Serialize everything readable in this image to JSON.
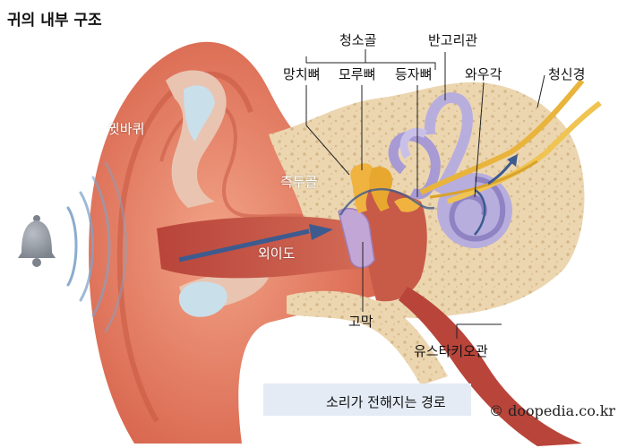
{
  "title": "귀의 내부 구조",
  "labels": {
    "auricle": "귓바퀴",
    "ossicles": "청소골",
    "malleus": "망치뼈",
    "incus": "모루뼈",
    "stapes": "등자뼈",
    "semicircular_canals": "반고리관",
    "cochlea": "와우각",
    "auditory_nerve": "청신경",
    "temporal_bone": "측두골",
    "external_canal": "외이도",
    "eardrum": "고막",
    "eustachian_tube": "유스타키오관"
  },
  "legend": {
    "text": "소리가 전해지는 경로"
  },
  "credit": "© doopedia.co.kr",
  "colors": {
    "skin": "#e8836a",
    "skin_dark": "#c7503e",
    "bone": "#ecd6b0",
    "cochlea": "#b7aede",
    "nerve": "#e8b43c",
    "sound_path": "#3d5b8e",
    "legend_bg": "#e4ebf5"
  },
  "icons": [
    "bell-icon",
    "sound-wave-icon",
    "arrow-right-icon"
  ]
}
